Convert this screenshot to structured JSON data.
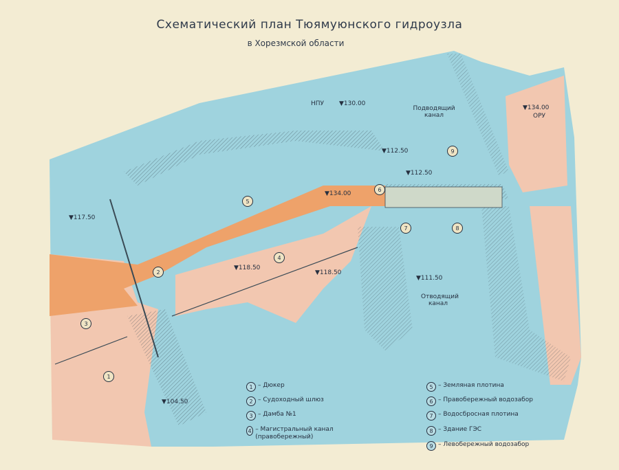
{
  "title": "Схематический план Тюямуюнского гидроузла",
  "subtitle": "в Хорезмской области",
  "labels": {
    "npu": "НПУ",
    "npu_level": "▼130.00",
    "supply_canal": "Подводящий канал",
    "oru": "ОРУ",
    "oru_level": "▼134.00",
    "level_11250a": "▼112.50",
    "level_11250b": "▼112.50",
    "level_13400": "▼134.00",
    "level_11750": "▼117.50",
    "level_11850a": "▼118.50",
    "level_11850b": "▼118.50",
    "level_11150": "▼111.50",
    "outlet_canal": "Отводящий канал",
    "level_10450": "▼104.50"
  },
  "markers": [
    "1",
    "2",
    "3",
    "4",
    "5",
    "6",
    "7",
    "8",
    "9"
  ],
  "legend": [
    {
      "num": "1",
      "text": "– Дюкер"
    },
    {
      "num": "2",
      "text": "– Судоходный шлюз"
    },
    {
      "num": "3",
      "text": "– Дамба №1"
    },
    {
      "num": "4",
      "text": "– Магистральный канал (правобережный)"
    },
    {
      "num": "5",
      "text": "– Земляная плотина"
    },
    {
      "num": "6",
      "text": "– Правобережный водозабор"
    },
    {
      "num": "7",
      "text": "– Водосбросная плотина"
    },
    {
      "num": "8",
      "text": "– Здание ГЭС"
    },
    {
      "num": "9",
      "text": "– Левобережный водозабор"
    }
  ],
  "colors": {
    "water": "#9fd3de",
    "land_pink": "#f2c7b0",
    "dam": "#eea26a",
    "paper": "#f3ecd3",
    "hatch": "#3a4a55"
  }
}
